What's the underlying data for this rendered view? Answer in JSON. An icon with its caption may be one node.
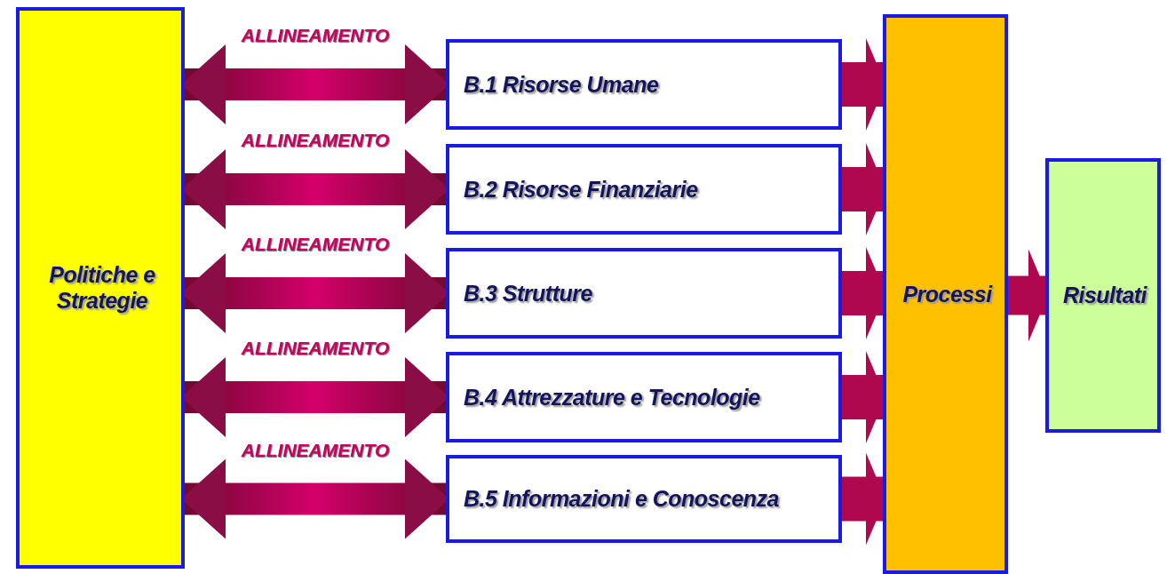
{
  "diagram": {
    "nodes": [
      {
        "text": [
          "Politiche e Strategie"
        ]
      },
      {
        "text": [
          "B.1 Risorse Umane"
        ]
      },
      {
        "text": [
          "B.2 Risorse Finanziarie"
        ]
      },
      {
        "text": [
          "B.3 Strutture"
        ]
      },
      {
        "text": [
          "B.4 Attrezzature e Tecnologie"
        ]
      },
      {
        "text": [
          "B.5 Informazioni e Conoscenza"
        ]
      },
      {
        "text": [
          "Processi"
        ]
      },
      {
        "text": [
          "Risultati"
        ]
      }
    ],
    "edges": [
      {
        "from": 0,
        "to": 1,
        "arrow": "both",
        "label": "ALLINEAMENTO"
      },
      {
        "from": 0,
        "to": 2,
        "arrow": "both",
        "label": "ALLINEAMENTO"
      },
      {
        "from": 0,
        "to": 3,
        "arrow": "both",
        "label": "ALLINEAMENTO"
      },
      {
        "from": 0,
        "to": 4,
        "arrow": "both",
        "label": "ALLINEAMENTO"
      },
      {
        "from": 0,
        "to": 5,
        "arrow": "both",
        "label": "ALLINEAMENTO"
      },
      {
        "from": 1,
        "to": 6,
        "arrow": "to"
      },
      {
        "from": 2,
        "to": 6,
        "arrow": "to"
      },
      {
        "from": 3,
        "to": 6,
        "arrow": "to"
      },
      {
        "from": 4,
        "to": 6,
        "arrow": "to"
      },
      {
        "from": 5,
        "to": 6,
        "arrow": "to"
      },
      {
        "from": 6,
        "to": 7,
        "arrow": "to"
      }
    ]
  }
}
